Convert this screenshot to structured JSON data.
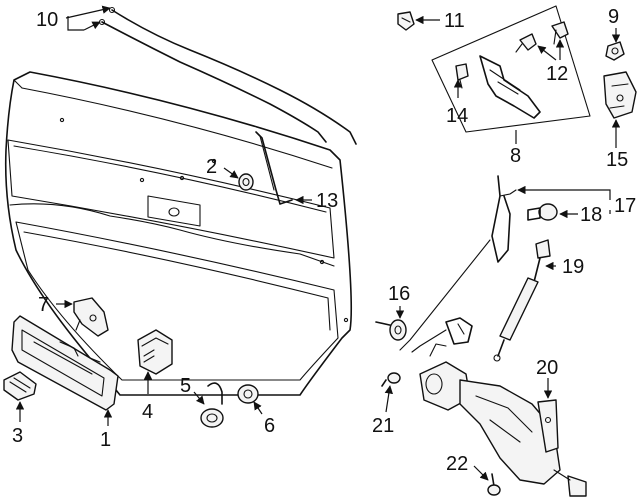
{
  "callouts": [
    {
      "id": "c1",
      "number": "1"
    },
    {
      "id": "c2",
      "number": "2"
    },
    {
      "id": "c3",
      "number": "3"
    },
    {
      "id": "c4",
      "number": "4"
    },
    {
      "id": "c5",
      "number": "5"
    },
    {
      "id": "c6",
      "number": "6"
    },
    {
      "id": "c7",
      "number": "7"
    },
    {
      "id": "c8",
      "number": "8"
    },
    {
      "id": "c9",
      "number": "9"
    },
    {
      "id": "c10",
      "number": "10"
    },
    {
      "id": "c11",
      "number": "11"
    },
    {
      "id": "c12",
      "number": "12"
    },
    {
      "id": "c13",
      "number": "13"
    },
    {
      "id": "c14",
      "number": "14"
    },
    {
      "id": "c15",
      "number": "15"
    },
    {
      "id": "c16",
      "number": "16"
    },
    {
      "id": "c17",
      "number": "17"
    },
    {
      "id": "c18",
      "number": "18"
    },
    {
      "id": "c19",
      "number": "19"
    },
    {
      "id": "c20",
      "number": "20"
    },
    {
      "id": "c21",
      "number": "21"
    },
    {
      "id": "c22",
      "number": "22"
    }
  ]
}
